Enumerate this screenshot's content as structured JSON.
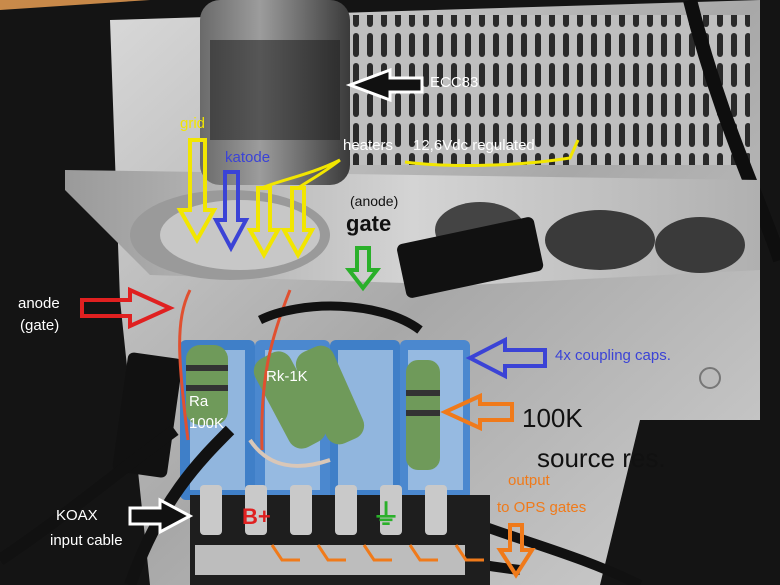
{
  "labels": {
    "tube": "ECC83",
    "grid": "grid",
    "katode": "katode",
    "heaters": "heaters",
    "heaters_spec": "12,6Vdc regulated",
    "anode_gate_top": "(anode)",
    "gate": "gate",
    "anode": "anode",
    "anode_gate_paren": "(gate)",
    "coupling_caps": "4x coupling caps.",
    "rk": "Rk-1K",
    "ra": "Ra",
    "ra_value": "100K",
    "source_res_value": "100K",
    "source_res_text": "source res.",
    "koax": "KOAX",
    "koax_sub": "input cable",
    "bplus": "B+",
    "ground": "⏚",
    "output": "output",
    "output_sub": "to OPS gates"
  },
  "colors": {
    "white": "#ffffff",
    "yellow": "#f2e600",
    "blue": "#3b43d6",
    "red": "#e02020",
    "green": "#2ab02a",
    "orange": "#f07a1a"
  }
}
